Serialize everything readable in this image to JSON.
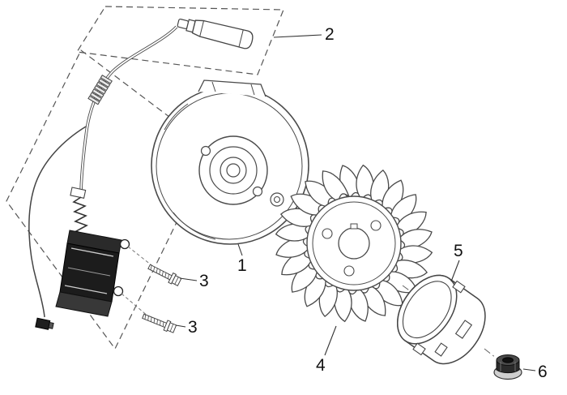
{
  "diagram": {
    "colors": {
      "background": "#ffffff",
      "line": "#4a4a4a",
      "ink": "#111111"
    },
    "labels": {
      "part1": "1",
      "part2": "2",
      "part3_upper": "3",
      "part3_lower": "3",
      "part4": "4",
      "part5": "5",
      "part6": "6"
    }
  }
}
